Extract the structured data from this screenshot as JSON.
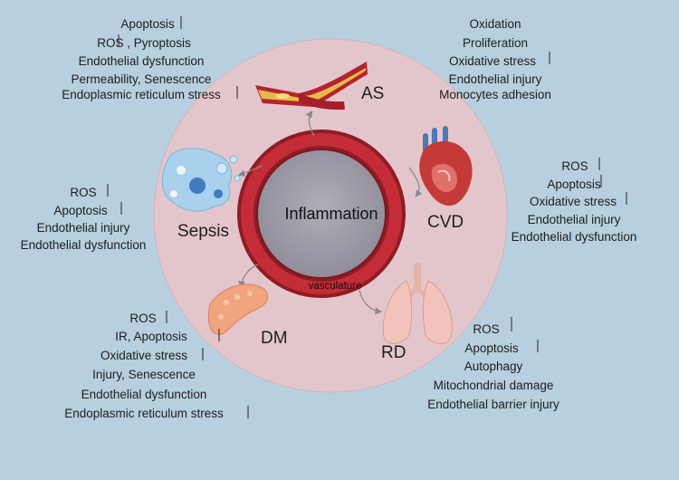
{
  "center": {
    "label": "Inflammation",
    "vessel_label": "vasculature"
  },
  "diseases": {
    "as": {
      "label": "AS",
      "effects": [
        "Apoptosis",
        "ROS , Pyroptosis",
        "Endothelial dysfunction",
        "Permeability, Senescence",
        "Endoplasmic reticulum stress"
      ]
    },
    "cvd_top": {
      "effects": [
        "Oxidation",
        "Proliferation",
        "Oxidative stress",
        "Endothelial injury",
        "Monocytes adhesion"
      ]
    },
    "cvd": {
      "label": "CVD",
      "effects": [
        "ROS",
        "Apoptosis",
        "Oxidative stress",
        "Endothelial injury",
        "Endothelial dysfunction"
      ]
    },
    "sepsis": {
      "label": "Sepsis",
      "effects": [
        "ROS",
        "Apoptosis",
        "Endothelial injury",
        "Endothelial dysfunction"
      ]
    },
    "dm": {
      "label": "DM",
      "effects": [
        "ROS",
        "IR, Apoptosis",
        "Oxidative stress",
        "Injury, Senescence",
        "Endothelial dysfunction",
        "Endoplasmic reticulum stress"
      ]
    },
    "rd": {
      "label": "RD",
      "effects": [
        "ROS",
        "Apoptosis",
        "Autophagy",
        "Mitochondrial damage",
        "Endothelial barrier injury"
      ]
    }
  },
  "colors": {
    "background": "#b7cfde",
    "outer_circle": "#e3c6cc",
    "vessel_ring": "#b8242f",
    "center_disc": "#9c99a6"
  }
}
